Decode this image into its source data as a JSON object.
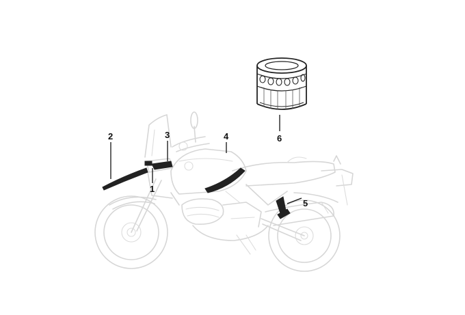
{
  "callouts": {
    "c1": "1",
    "c2": "2",
    "c3": "3",
    "c4": "4",
    "c5": "5",
    "c6": "6"
  },
  "colors": {
    "outline": "#d6d6d6",
    "highlight_part": "#222222",
    "callout_text": "#111111",
    "background": "#ffffff"
  }
}
